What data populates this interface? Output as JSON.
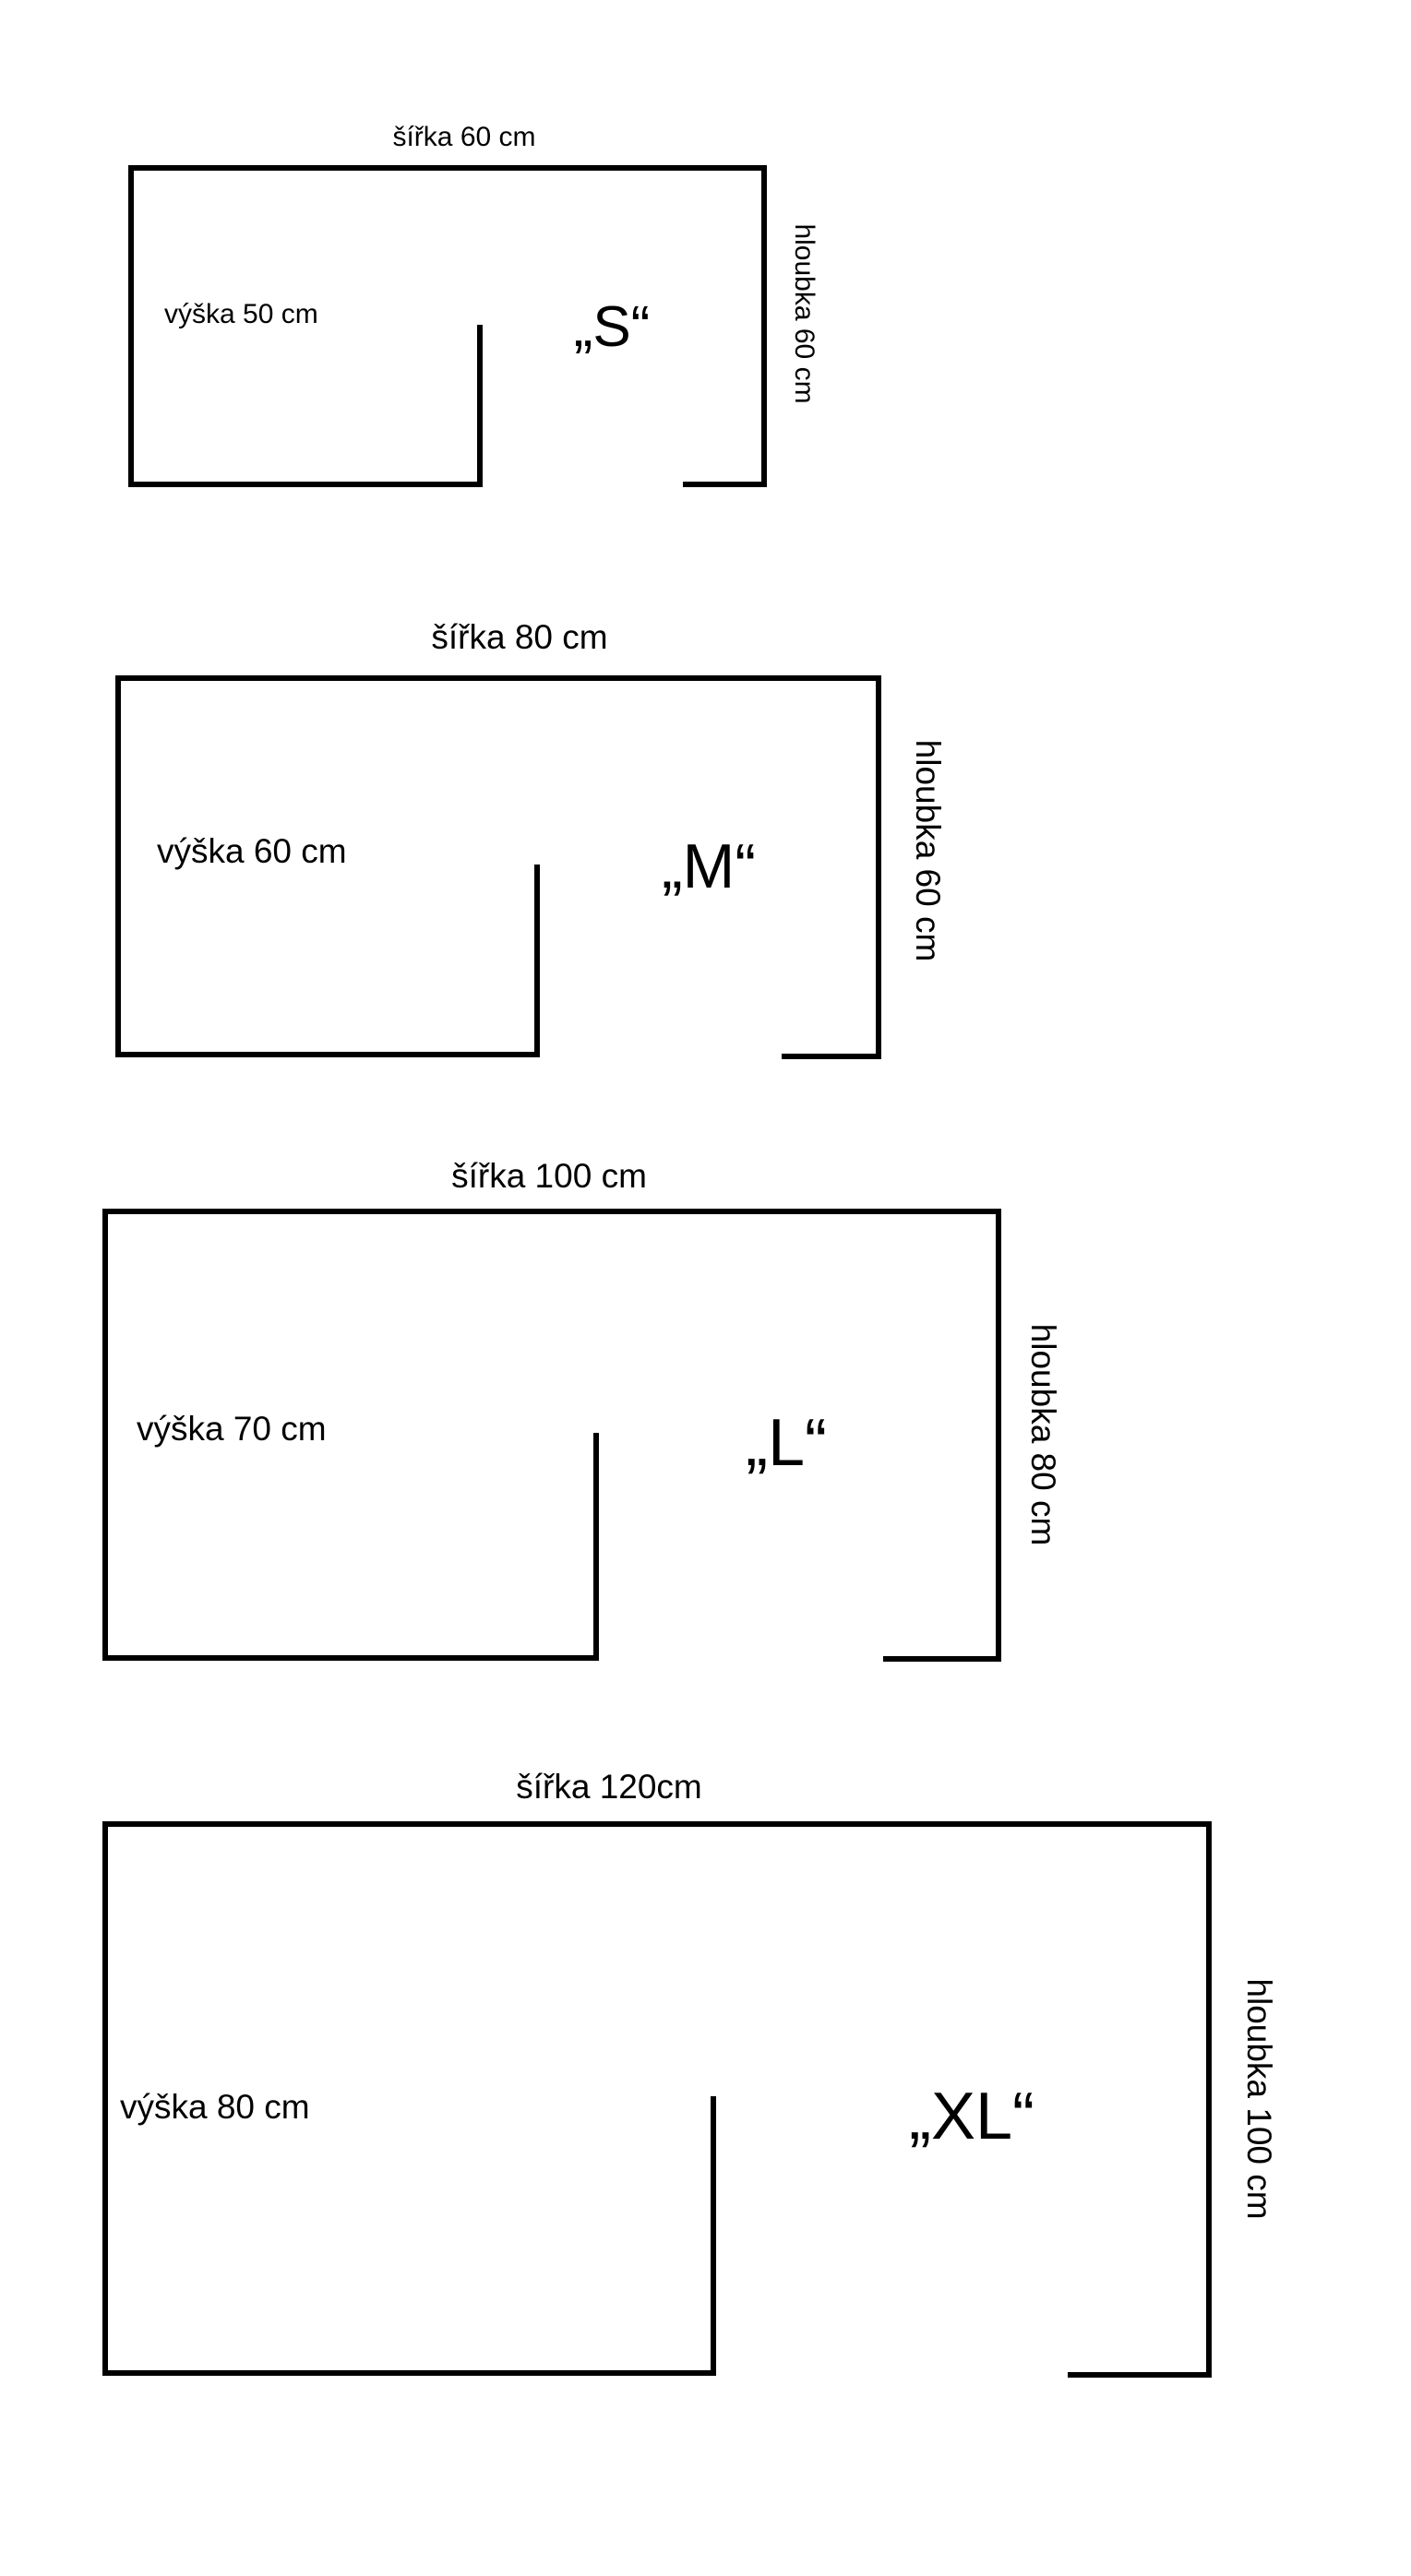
{
  "sizes": [
    {
      "size_label": "„S“",
      "width_label": "šířka 60 cm",
      "height_label": "výška 50 cm",
      "depth_label": "hloubka 60 cm"
    },
    {
      "size_label": "„M“",
      "width_label": "šířka 80 cm",
      "height_label": "výška 60 cm",
      "depth_label": "hloubka 60 cm"
    },
    {
      "size_label": "„L“",
      "width_label": "šířka 100 cm",
      "height_label": "výška 70 cm",
      "depth_label": "hloubka  80 cm"
    },
    {
      "size_label": "„XL“",
      "width_label": "šířka 120cm",
      "height_label": "výška 80 cm",
      "depth_label": "hloubka 100 cm"
    }
  ]
}
